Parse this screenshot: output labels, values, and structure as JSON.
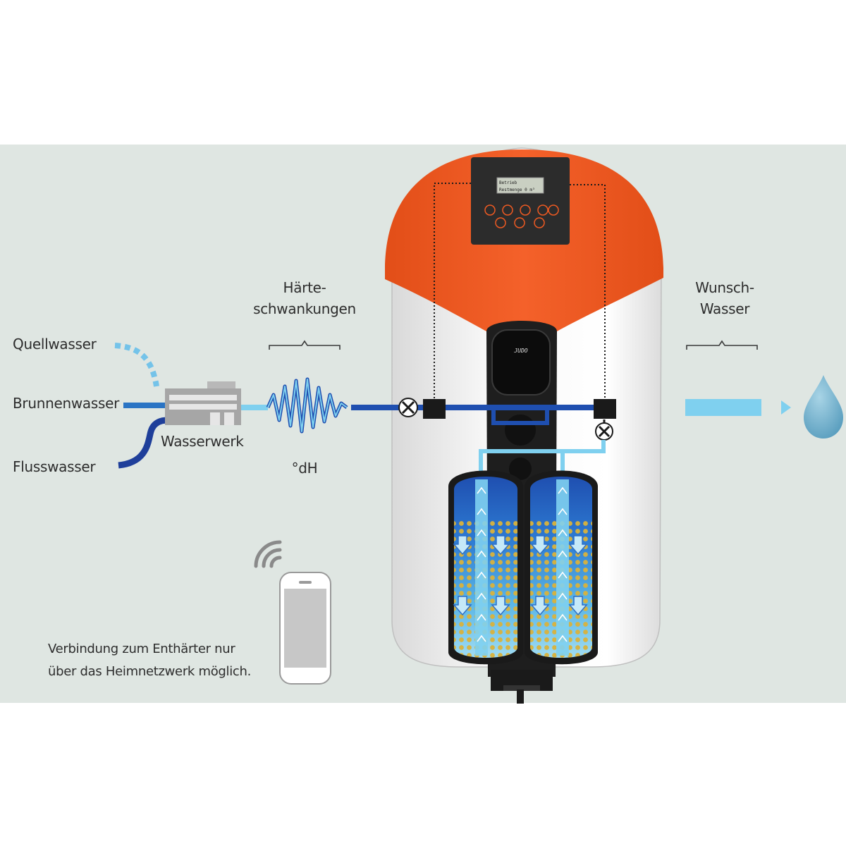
{
  "sources": {
    "quellwasser": "Quellwasser",
    "brunnenwasser": "Brunnenwasser",
    "flusswasser": "Flusswasser"
  },
  "plant_label": "Wasserwerk",
  "hardness": {
    "line1": "Härte-",
    "line2": "schwankungen",
    "unit": "°dH"
  },
  "target": {
    "line1": "Wunsch-",
    "line2": "Wasser"
  },
  "display": {
    "row1": "Betrieb",
    "row2": "Restmenge   0 m³"
  },
  "brand": "JUDO",
  "note": {
    "line1": "Verbindung zum Enthärter nur",
    "line2": "über das Heimnetzwerk möglich."
  },
  "colors": {
    "background": "#dfe6e2",
    "hard_water": "#1f4fb0",
    "soft_water": "#7fd0ef",
    "housing_top": "#ee5a22",
    "resin": "#d8b13a"
  }
}
